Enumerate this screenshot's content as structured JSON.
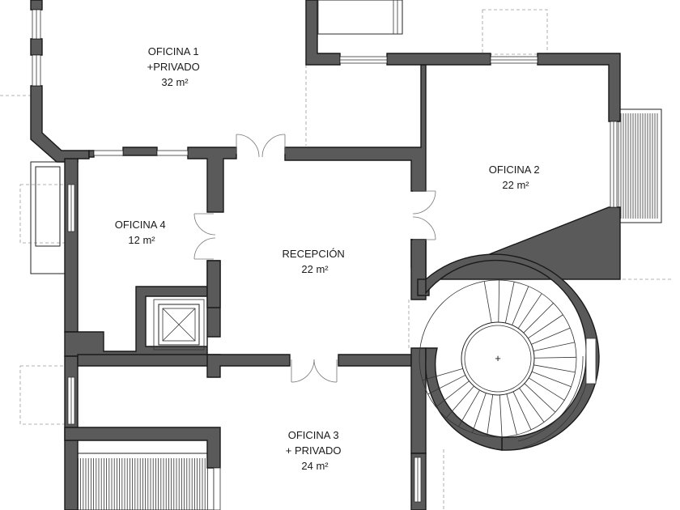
{
  "rooms": [
    {
      "key": "oficina1",
      "lines": [
        "OFICINA 1",
        "+PRIVADO",
        "32 m²"
      ]
    },
    {
      "key": "oficina2",
      "lines": [
        "OFICINA 2",
        "22 m²"
      ]
    },
    {
      "key": "oficina4",
      "lines": [
        "OFICINA 4",
        "12 m²"
      ]
    },
    {
      "key": "recepcion",
      "lines": [
        "RECEPCIÓN",
        "22 m²"
      ]
    },
    {
      "key": "oficina3",
      "lines": [
        "OFICINA 3",
        "+ PRIVADO",
        "24 m²"
      ]
    }
  ],
  "colors": {
    "wall_fill": "#5a5a5a",
    "wall_stroke": "#1a1a1a",
    "background": "#ffffff"
  },
  "symbols": {
    "stair_center": "+"
  }
}
